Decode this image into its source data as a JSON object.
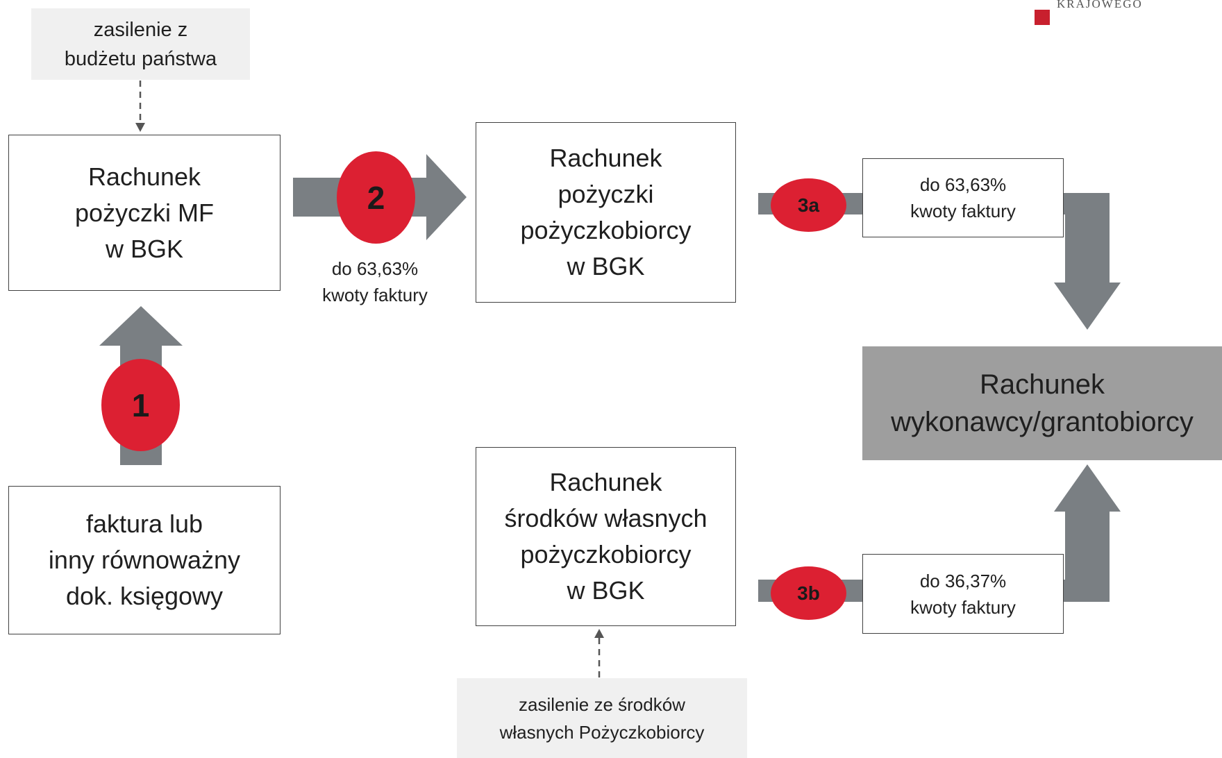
{
  "colors": {
    "arrow": "#7a7f83",
    "badge": "#dc2032",
    "target_fill": "#9e9e9e",
    "logo_square": "#c8202e"
  },
  "logo": {
    "text": "KRAJOWEGO",
    "icon": "red-square-icon"
  },
  "feeds": {
    "state_budget": "zasilenie z\nbudżetu państwa",
    "own_funds": "zasilenie ze środków\nwłasnych Pożyczkobiorcy"
  },
  "boxes": {
    "mf_loan_account": "Rachunek\npożyczki MF\nw BGK",
    "invoice": "faktura lub\ninny równoważny\ndok. księgowy",
    "borrower_loan_account": "Rachunek\npożyczki\npożyczkobiorcy\nw BGK",
    "borrower_own_funds_account": "Rachunek\nśrodków własnych\npożyczkobiorcy\nw BGK",
    "payment_3a": "do 63,63%\nkwoty faktury",
    "payment_3b": "do 36,37%\nkwoty faktury",
    "contractor_account": "Rachunek\nwykonawcy/grantobiorcy"
  },
  "notes": {
    "transfer_2": "do 63,63%\nkwoty faktury"
  },
  "badges": {
    "step1": "1",
    "step2": "2",
    "step3a": "3a",
    "step3b": "3b"
  }
}
